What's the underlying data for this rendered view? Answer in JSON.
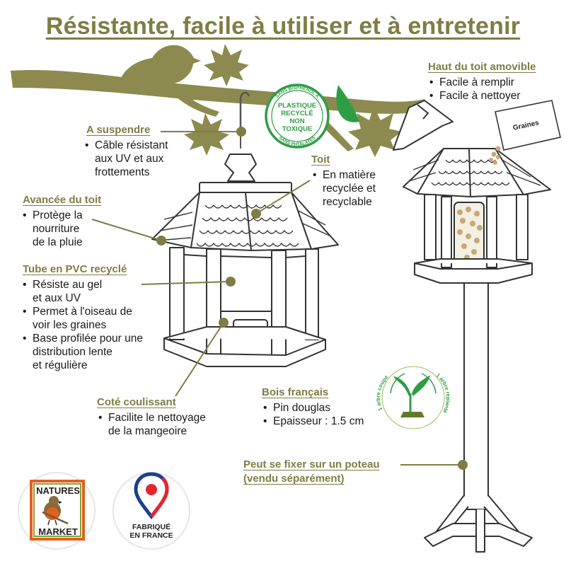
{
  "title": "Résistante, facile à utiliser et à entretenir",
  "callouts": {
    "suspendre": {
      "label": "A suspendre",
      "items": [
        "Câble résistant",
        "aux UV et aux",
        "frottements"
      ]
    },
    "toit": {
      "label": "Toit",
      "items": [
        "En matière",
        "recyclée et",
        "recyclable"
      ]
    },
    "avancee": {
      "label": "Avancée du toit",
      "items": [
        "Protège la",
        "nourriture",
        "de la pluie"
      ]
    },
    "tube": {
      "label": "Tube en PVC recyclé",
      "items": [
        "Résiste au gel",
        "et aux UV",
        "Permet à l'oiseau de",
        "voir les graines",
        "Base profilée pour une",
        "distribution lente",
        "et régulière"
      ]
    },
    "haut": {
      "label": "Haut du toit amovible",
      "items": [
        "Facile à remplir",
        "Facile à nettoyer"
      ]
    },
    "cote": {
      "label": "Coté coulissant",
      "items": [
        "Facilite le nettoyage",
        "de la mangeoire"
      ]
    },
    "bois": {
      "label": "Bois français",
      "items": [
        "Pin douglas",
        "Epaisseur : 1.5 cm"
      ]
    },
    "poteau": {
      "label": "Peut se fixer sur un poteau",
      "label2": "(vendu séparément)"
    }
  },
  "badges": {
    "plastique": {
      "top": "SANS BISPHENOL A",
      "lines": [
        "PLASTIQUE",
        "RECYCLÉ",
        "NON",
        "TOXIQUE"
      ],
      "bottom": "SANS PHTALATES"
    },
    "arbre": {
      "left": "1 arbre coupé",
      "right": "1 arbre replanté"
    },
    "graines": "Graines",
    "natures": [
      "NATURES",
      "MARKET"
    ],
    "fabrique": [
      "FABRIQUÉ",
      "EN FRANCE"
    ]
  },
  "colors": {
    "olive": "#7f7d44",
    "green": "#2e9e45",
    "line": "#333333",
    "blue": "#1e3f8f",
    "red": "#e4262d",
    "orange": "#e2601e"
  }
}
